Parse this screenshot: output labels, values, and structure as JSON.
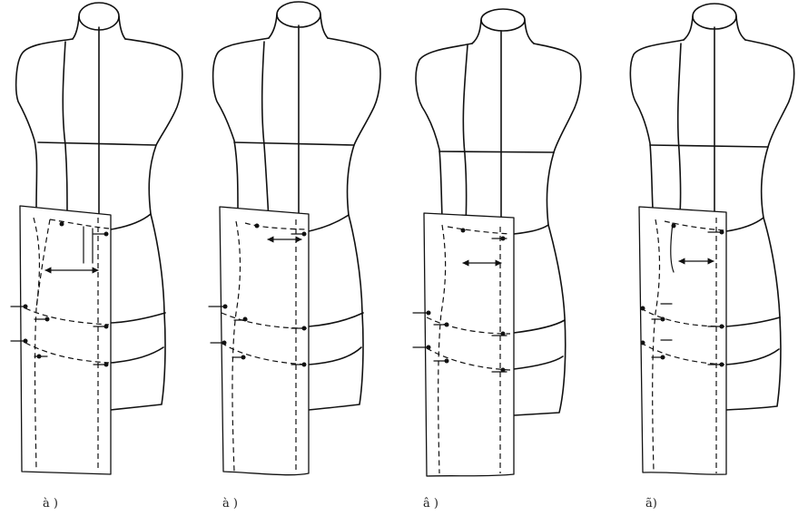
{
  "figures": [
    {
      "id": "a",
      "caption": "à )"
    },
    {
      "id": "b",
      "caption": "à )"
    },
    {
      "id": "c",
      "caption": "â )"
    },
    {
      "id": "d",
      "caption": "ã)"
    }
  ]
}
